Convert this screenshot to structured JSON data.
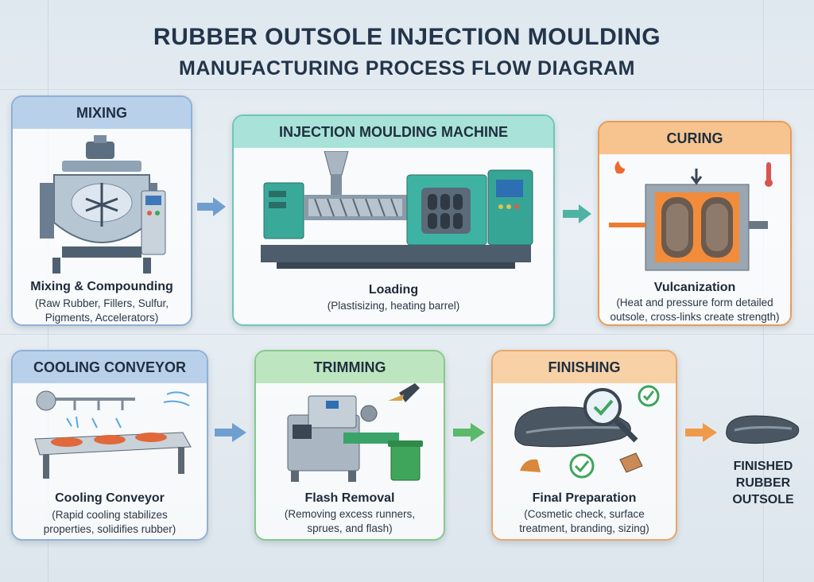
{
  "title": {
    "line1": "RUBBER OUTSOLE INJECTION MOULDING",
    "line2": "MANUFACTURING PROCESS FLOW DIAGRAM"
  },
  "steps": {
    "mixing": {
      "header": "MIXING",
      "subtitle": "Mixing & Compounding",
      "desc1": "(Raw Rubber, Fillers, Sulfur,",
      "desc2": "Pigments, Accelerators)"
    },
    "injection": {
      "header": "INJECTION MOULDING MACHINE",
      "subtitle": "Loading",
      "desc1": "(Plastisizing, heating barrel)"
    },
    "curing": {
      "header": "CURING",
      "subtitle": "Vulcanization",
      "desc1": "(Heat and pressure form detailed",
      "desc2": "outsole, cross-links create strength)"
    },
    "cooling": {
      "header": "COOLING CONVEYOR",
      "subtitle": "Cooling Conveyor",
      "desc1": "(Rapid cooling stabilizes",
      "desc2": "properties, solidifies rubber)"
    },
    "trimming": {
      "header": "TRIMMING",
      "subtitle": "Flash Removal",
      "desc1": "(Removing excess runners,",
      "desc2": "sprues, and flash)"
    },
    "finishing": {
      "header": "FINISHING",
      "subtitle": "Final Preparation",
      "desc1": "(Cosmetic check, surface",
      "desc2": "treatment, branding, sizing)"
    }
  },
  "final": {
    "line1": "FINISHED",
    "line2": "RUBBER",
    "line3": "OUTSOLE"
  },
  "colors": {
    "blue": "#b9d0ea",
    "teal": "#a9e2d8",
    "orange": "#f7c48f",
    "green": "#bde5bf",
    "peach": "#f8d1a6",
    "arrow": "#5b8fc7"
  }
}
